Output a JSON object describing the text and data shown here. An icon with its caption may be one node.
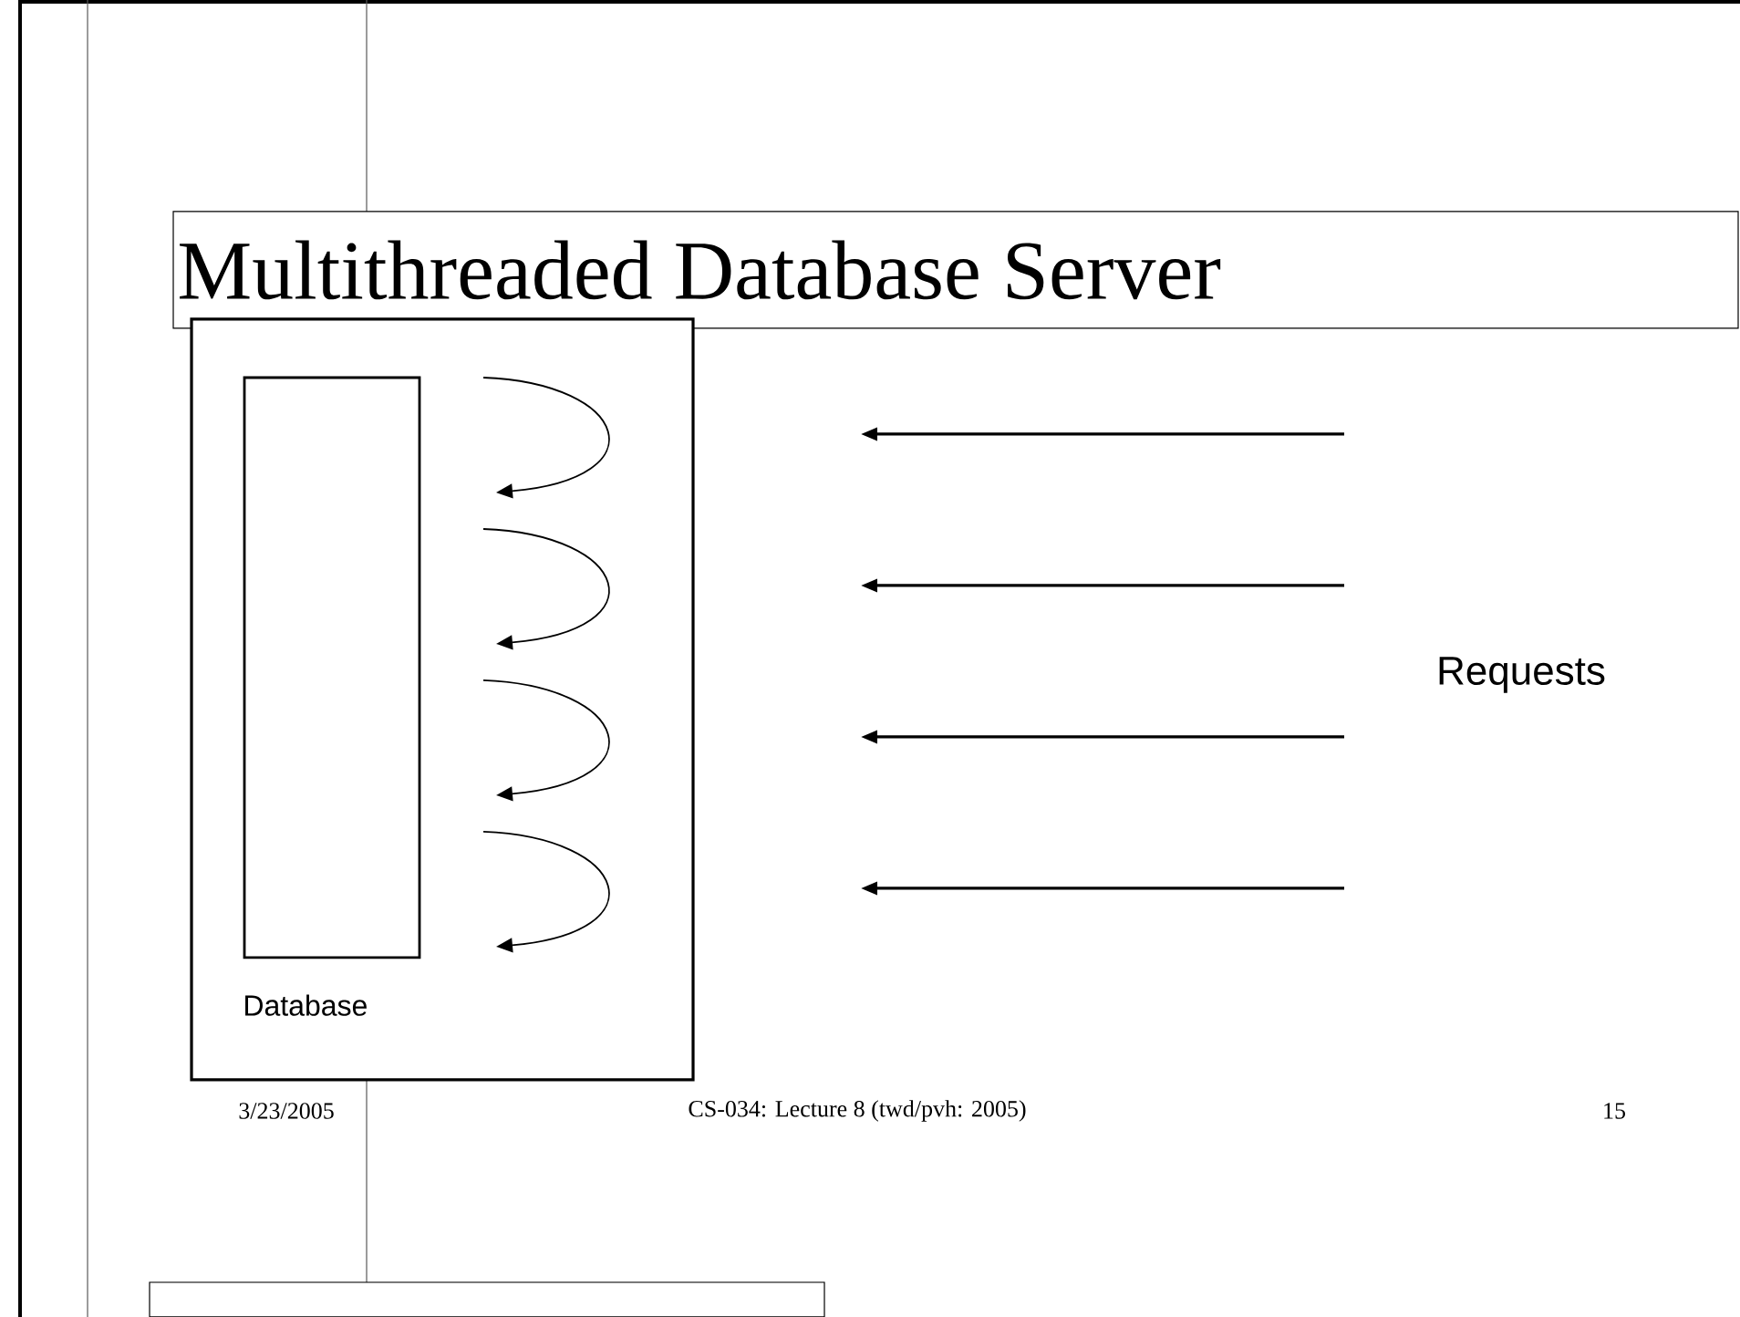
{
  "diagram": {
    "title": "Multithreaded Database Server",
    "nodes": [
      {
        "text": [],
        "shape": "box"
      },
      {
        "text": [
          "Database"
        ],
        "in": 0
      }
    ],
    "labels": [
      "Requests",
      "3/23/2005",
      "CS-034: Lecture 8 (twd/pvh: 2005)",
      "15"
    ]
  }
}
